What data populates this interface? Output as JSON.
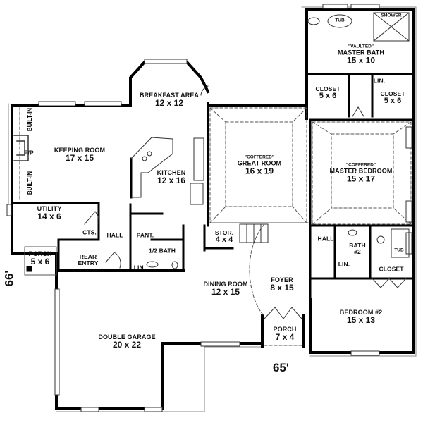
{
  "plan": {
    "overall_width": "65'",
    "overall_depth": "66'",
    "rooms": [
      {
        "id": "master-bath",
        "qualifier": "\"VAULTED\"",
        "name": "MASTER BATH",
        "dims": "15 x 10"
      },
      {
        "id": "tub",
        "name": "TUB"
      },
      {
        "id": "shower",
        "name": "SHOWER"
      },
      {
        "id": "closet-left",
        "name": "CLOSET",
        "dims": "5 x 6"
      },
      {
        "id": "closet-right",
        "name": "CLOSET",
        "dims": "5 x 6"
      },
      {
        "id": "lin-master",
        "name": "LIN."
      },
      {
        "id": "breakfast",
        "name": "BREAKFAST AREA",
        "dims": "12 x 12"
      },
      {
        "id": "keeping",
        "name": "KEEPING ROOM",
        "dims": "17 x 15"
      },
      {
        "id": "fireplace",
        "name": "F/P"
      },
      {
        "id": "builtin-top",
        "name": "BUILT-IN"
      },
      {
        "id": "builtin-bottom",
        "name": "BUILT-IN"
      },
      {
        "id": "kitchen",
        "name": "KITCHEN",
        "dims": "12 x 16"
      },
      {
        "id": "great-room",
        "qualifier": "\"COFFERED\"",
        "name": "GREAT ROOM",
        "dims": "16 x 19"
      },
      {
        "id": "master-bedroom",
        "qualifier": "\"COFFERED\"",
        "name": "MASTER BEDROOM",
        "dims": "15 x 17"
      },
      {
        "id": "utility",
        "name": "UTILITY",
        "dims": "14 x 6"
      },
      {
        "id": "cts",
        "name": "CTS."
      },
      {
        "id": "hall-left",
        "name": "HALL"
      },
      {
        "id": "pantry",
        "name": "PANT."
      },
      {
        "id": "half-bath",
        "name": "1/2 BATH"
      },
      {
        "id": "lin-half",
        "name": "LIN."
      },
      {
        "id": "porch-rear",
        "name": "PORCH",
        "dims": "5 x 6"
      },
      {
        "id": "rear-entry",
        "name": "REAR",
        "name2": "ENTRY"
      },
      {
        "id": "storage",
        "name": "STOR.",
        "dims": "4 x 4"
      },
      {
        "id": "hall-right",
        "name": "HALL"
      },
      {
        "id": "bath2",
        "name": "BATH",
        "name2": "#2"
      },
      {
        "id": "tub2",
        "name": "TUB"
      },
      {
        "id": "lin-bath2",
        "name": "LIN."
      },
      {
        "id": "closet-bed2",
        "name": "CLOSET"
      },
      {
        "id": "dining",
        "name": "DINING ROOM",
        "dims": "12 x 15"
      },
      {
        "id": "foyer",
        "name": "FOYER",
        "dims": "8 x 15"
      },
      {
        "id": "garage",
        "name": "DOUBLE GARAGE",
        "dims": "20 x 22"
      },
      {
        "id": "porch-front",
        "name": "PORCH",
        "dims": "7 x 4"
      },
      {
        "id": "bedroom2",
        "name": "BEDROOM #2",
        "dims": "15 x 13"
      }
    ]
  }
}
